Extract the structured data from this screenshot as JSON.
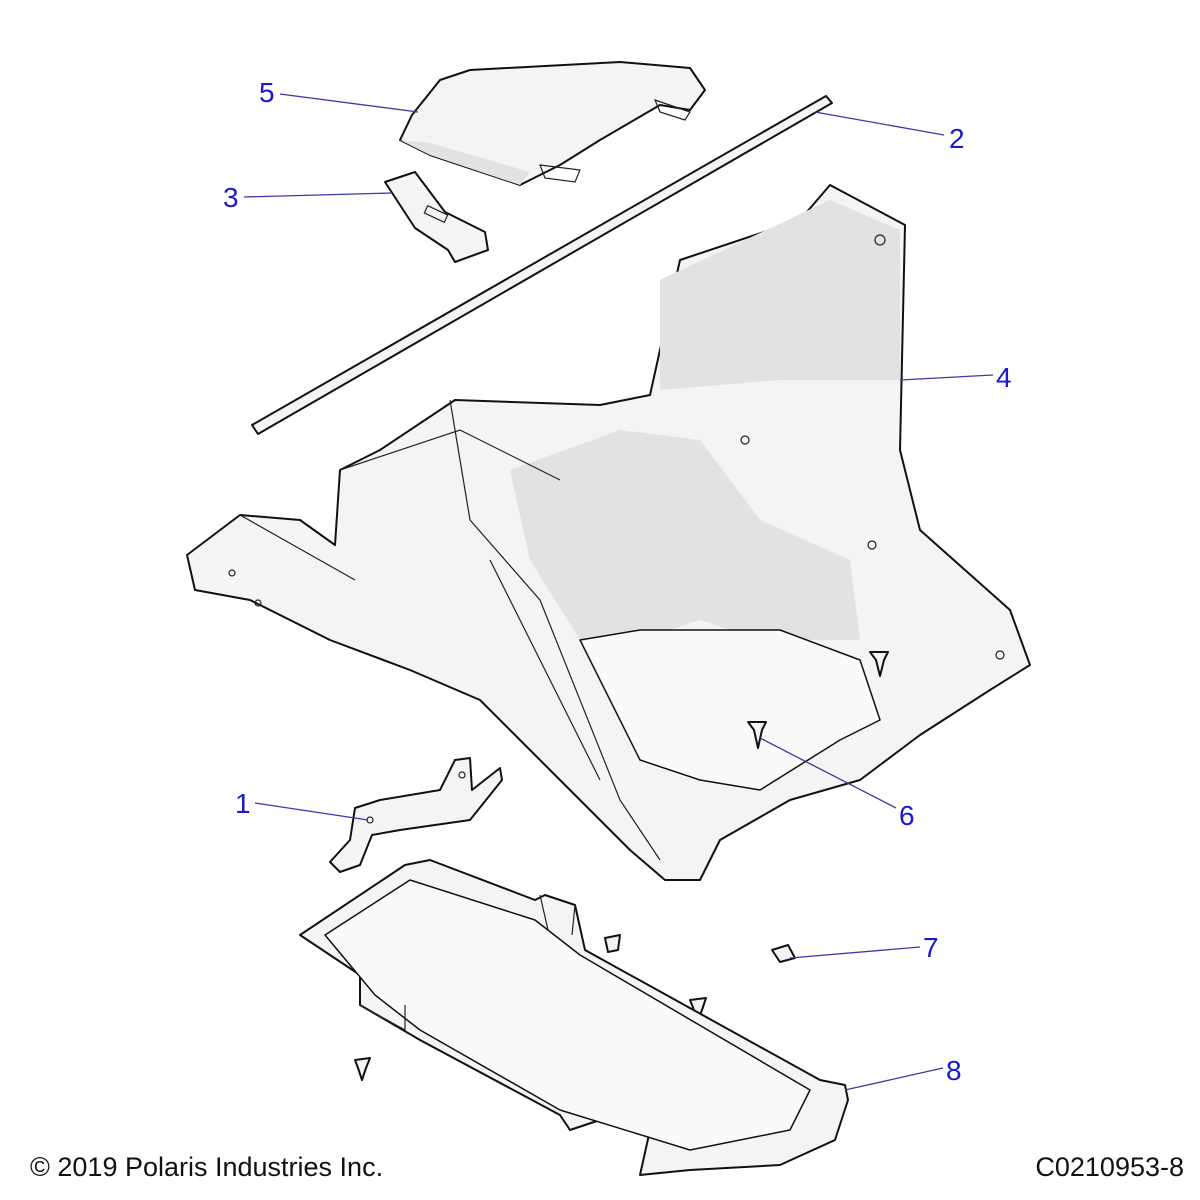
{
  "diagram": {
    "callouts": [
      {
        "number": "1",
        "part": "bracket"
      },
      {
        "number": "2",
        "part": "seal-strip"
      },
      {
        "number": "3",
        "part": "strap"
      },
      {
        "number": "4",
        "part": "rear-fender"
      },
      {
        "number": "5",
        "part": "cover"
      },
      {
        "number": "6",
        "part": "push-rivet"
      },
      {
        "number": "7",
        "part": "push-rivet"
      },
      {
        "number": "8",
        "part": "lower-panel"
      }
    ],
    "colors": {
      "callout": "#1a1acc",
      "leader": "#3a3aa8"
    }
  },
  "footer": {
    "copyright": "© 2019 Polaris Industries Inc.",
    "drawing_number": "C0210953-8"
  }
}
